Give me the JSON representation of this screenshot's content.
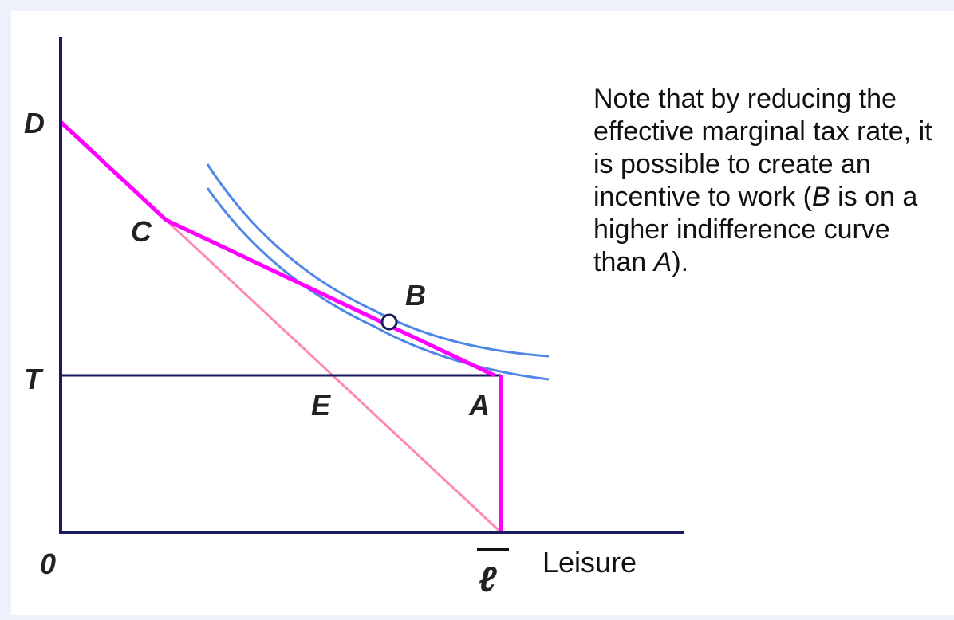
{
  "points": {
    "D": "D",
    "C": "C",
    "B": "B",
    "T": "T",
    "E": "E",
    "A": "A",
    "origin": "0",
    "lbar": "ℓ"
  },
  "axes": {
    "x_label": "Leisure"
  },
  "note": {
    "part1": "Note that by reducing the effective marginal tax rate, it is possible to create an incentive to work (",
    "b_letter": "B",
    "part2": " is on a higher indifference curve than ",
    "a_letter": "A",
    "part3": ")."
  },
  "colors": {
    "axis": "#1a1a5e",
    "budget_new": "#ff00ff",
    "budget_old": "#ff88bb",
    "indifference": "#4f86e8"
  }
}
